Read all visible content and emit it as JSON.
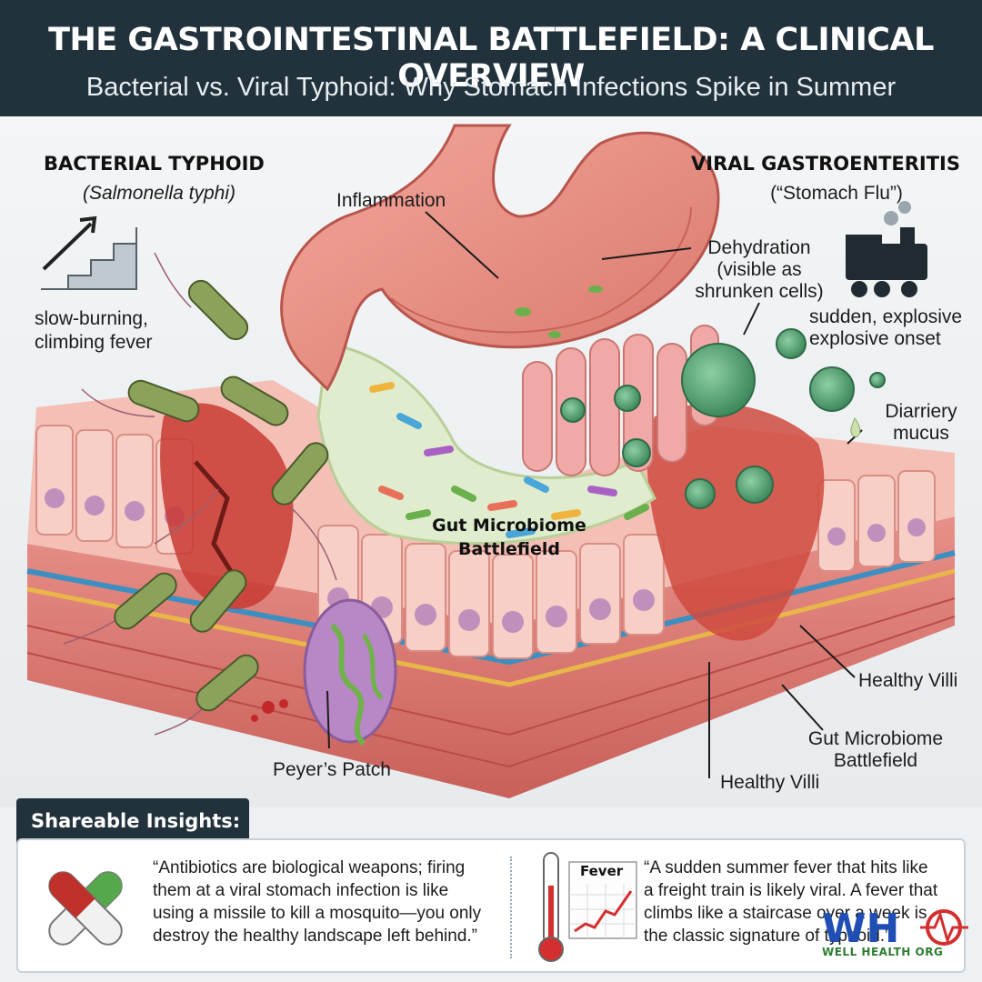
{
  "header": {
    "title": "THE GASTROINTESTINAL BATTLEFIELD: A CLINICAL OVERVIEW",
    "subtitle": "Bacterial vs. Viral Typhoid: Why Stomach Infections Spike in Summer"
  },
  "left": {
    "heading": "BACTERIAL TYPHOID",
    "organism": "(Salmonella typhi)",
    "fever_line1": "slow-burning,",
    "fever_line2": "climbing fever"
  },
  "right": {
    "heading": "VIRAL GASTROENTERITIS",
    "alias": "(“Stomach Flu”)",
    "onset_line1": "sudden, explosive",
    "onset_line2": "explosive onset"
  },
  "labels": {
    "inflammation": "Inflammation",
    "dehydration_1": "Dehydration",
    "dehydration_2": "(visible as",
    "dehydration_3": "shrunken cells)",
    "diarrhea_1": "Diarriery",
    "diarrhea_2": "mucus",
    "microbiome_center_1": "Gut Microbiome",
    "microbiome_center_2": "Battlefield",
    "healthy_villi_1": "Healthy Villi",
    "microbiome_right_1": "Gut Microbiome",
    "microbiome_right_2": "Battlefield",
    "healthy_villi_2": "Healthy Villi",
    "peyers_patch": "Peyer’s Patch"
  },
  "insights": {
    "title": "Shareable Insights:",
    "quote1": [
      "“Antibiotics are biological weapons; firing",
      "them at a viral stomach infection is like",
      "using a missile to kill a mosquito—you only",
      "destroy the healthy landscape left behind.”"
    ],
    "thermo_label": "Fever",
    "quote2": [
      "“A sudden summer fever that hits like",
      "a freight train is likely viral. A fever that",
      "climbs like a staircase over a week is",
      "the classic signature of typhoid.”"
    ]
  },
  "logo": {
    "mark": "WH",
    "name": "WELL HEALTH ORG"
  },
  "colors": {
    "header_bg": "#22323c",
    "tissue": "#f1b7ae",
    "inflamed": "#c83a32",
    "virus": "#4e9a6e",
    "bacteria": "#8ba25a"
  }
}
